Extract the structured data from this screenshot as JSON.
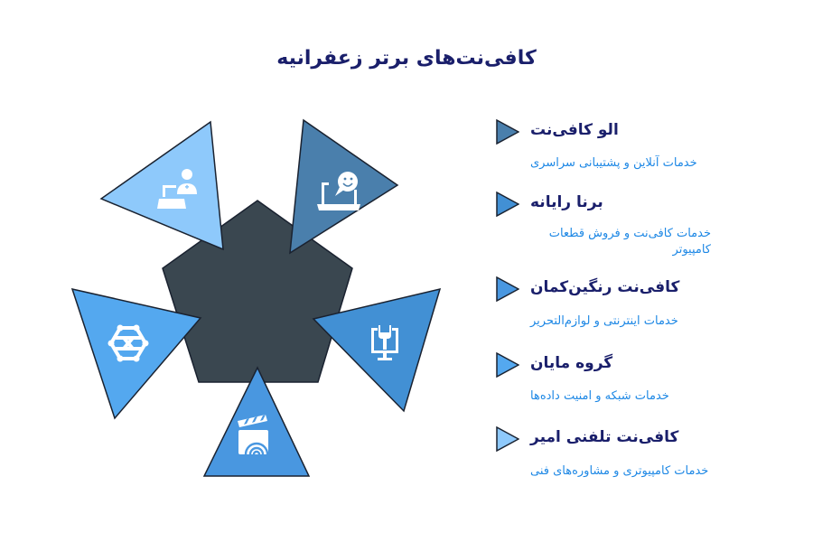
{
  "title": "کافی‌نت‌های برتر زعفرانیه",
  "colors": {
    "title": "#1a1f6b",
    "name": "#1a1f6b",
    "desc": "#1e88e5",
    "center": "#3a4750",
    "stroke": "#1a2230"
  },
  "center_shape": "pentagon",
  "items": [
    {
      "name": "الو کافی‌نت",
      "desc": "خدمات آنلاین و پشتیبانی سراسری",
      "color": "#4a7fac",
      "icon": "laptop-chat-icon"
    },
    {
      "name": "برنا رایانه",
      "desc": "خدمات کافی‌نت و فروش قطعات کامپیوتر",
      "color": "#4290d4",
      "icon": "monitor-wrench-icon"
    },
    {
      "name": "کافی‌نت رنگین‌کمان",
      "desc": "خدمات اینترنتی و لوازم‌التحریر",
      "color": "#4997e0",
      "icon": "clapperboard-icon"
    },
    {
      "name": "گروه مایان",
      "desc": "خدمات شبکه و امنیت داده‌ها",
      "color": "#54a8ef",
      "icon": "network-hexagon-icon"
    },
    {
      "name": "کافی‌نت تلفنی امیر",
      "desc": "خدمات کامپیوتری و مشاوره‌های فنی",
      "color": "#8ec9fb",
      "icon": "support-agent-icon"
    }
  ]
}
